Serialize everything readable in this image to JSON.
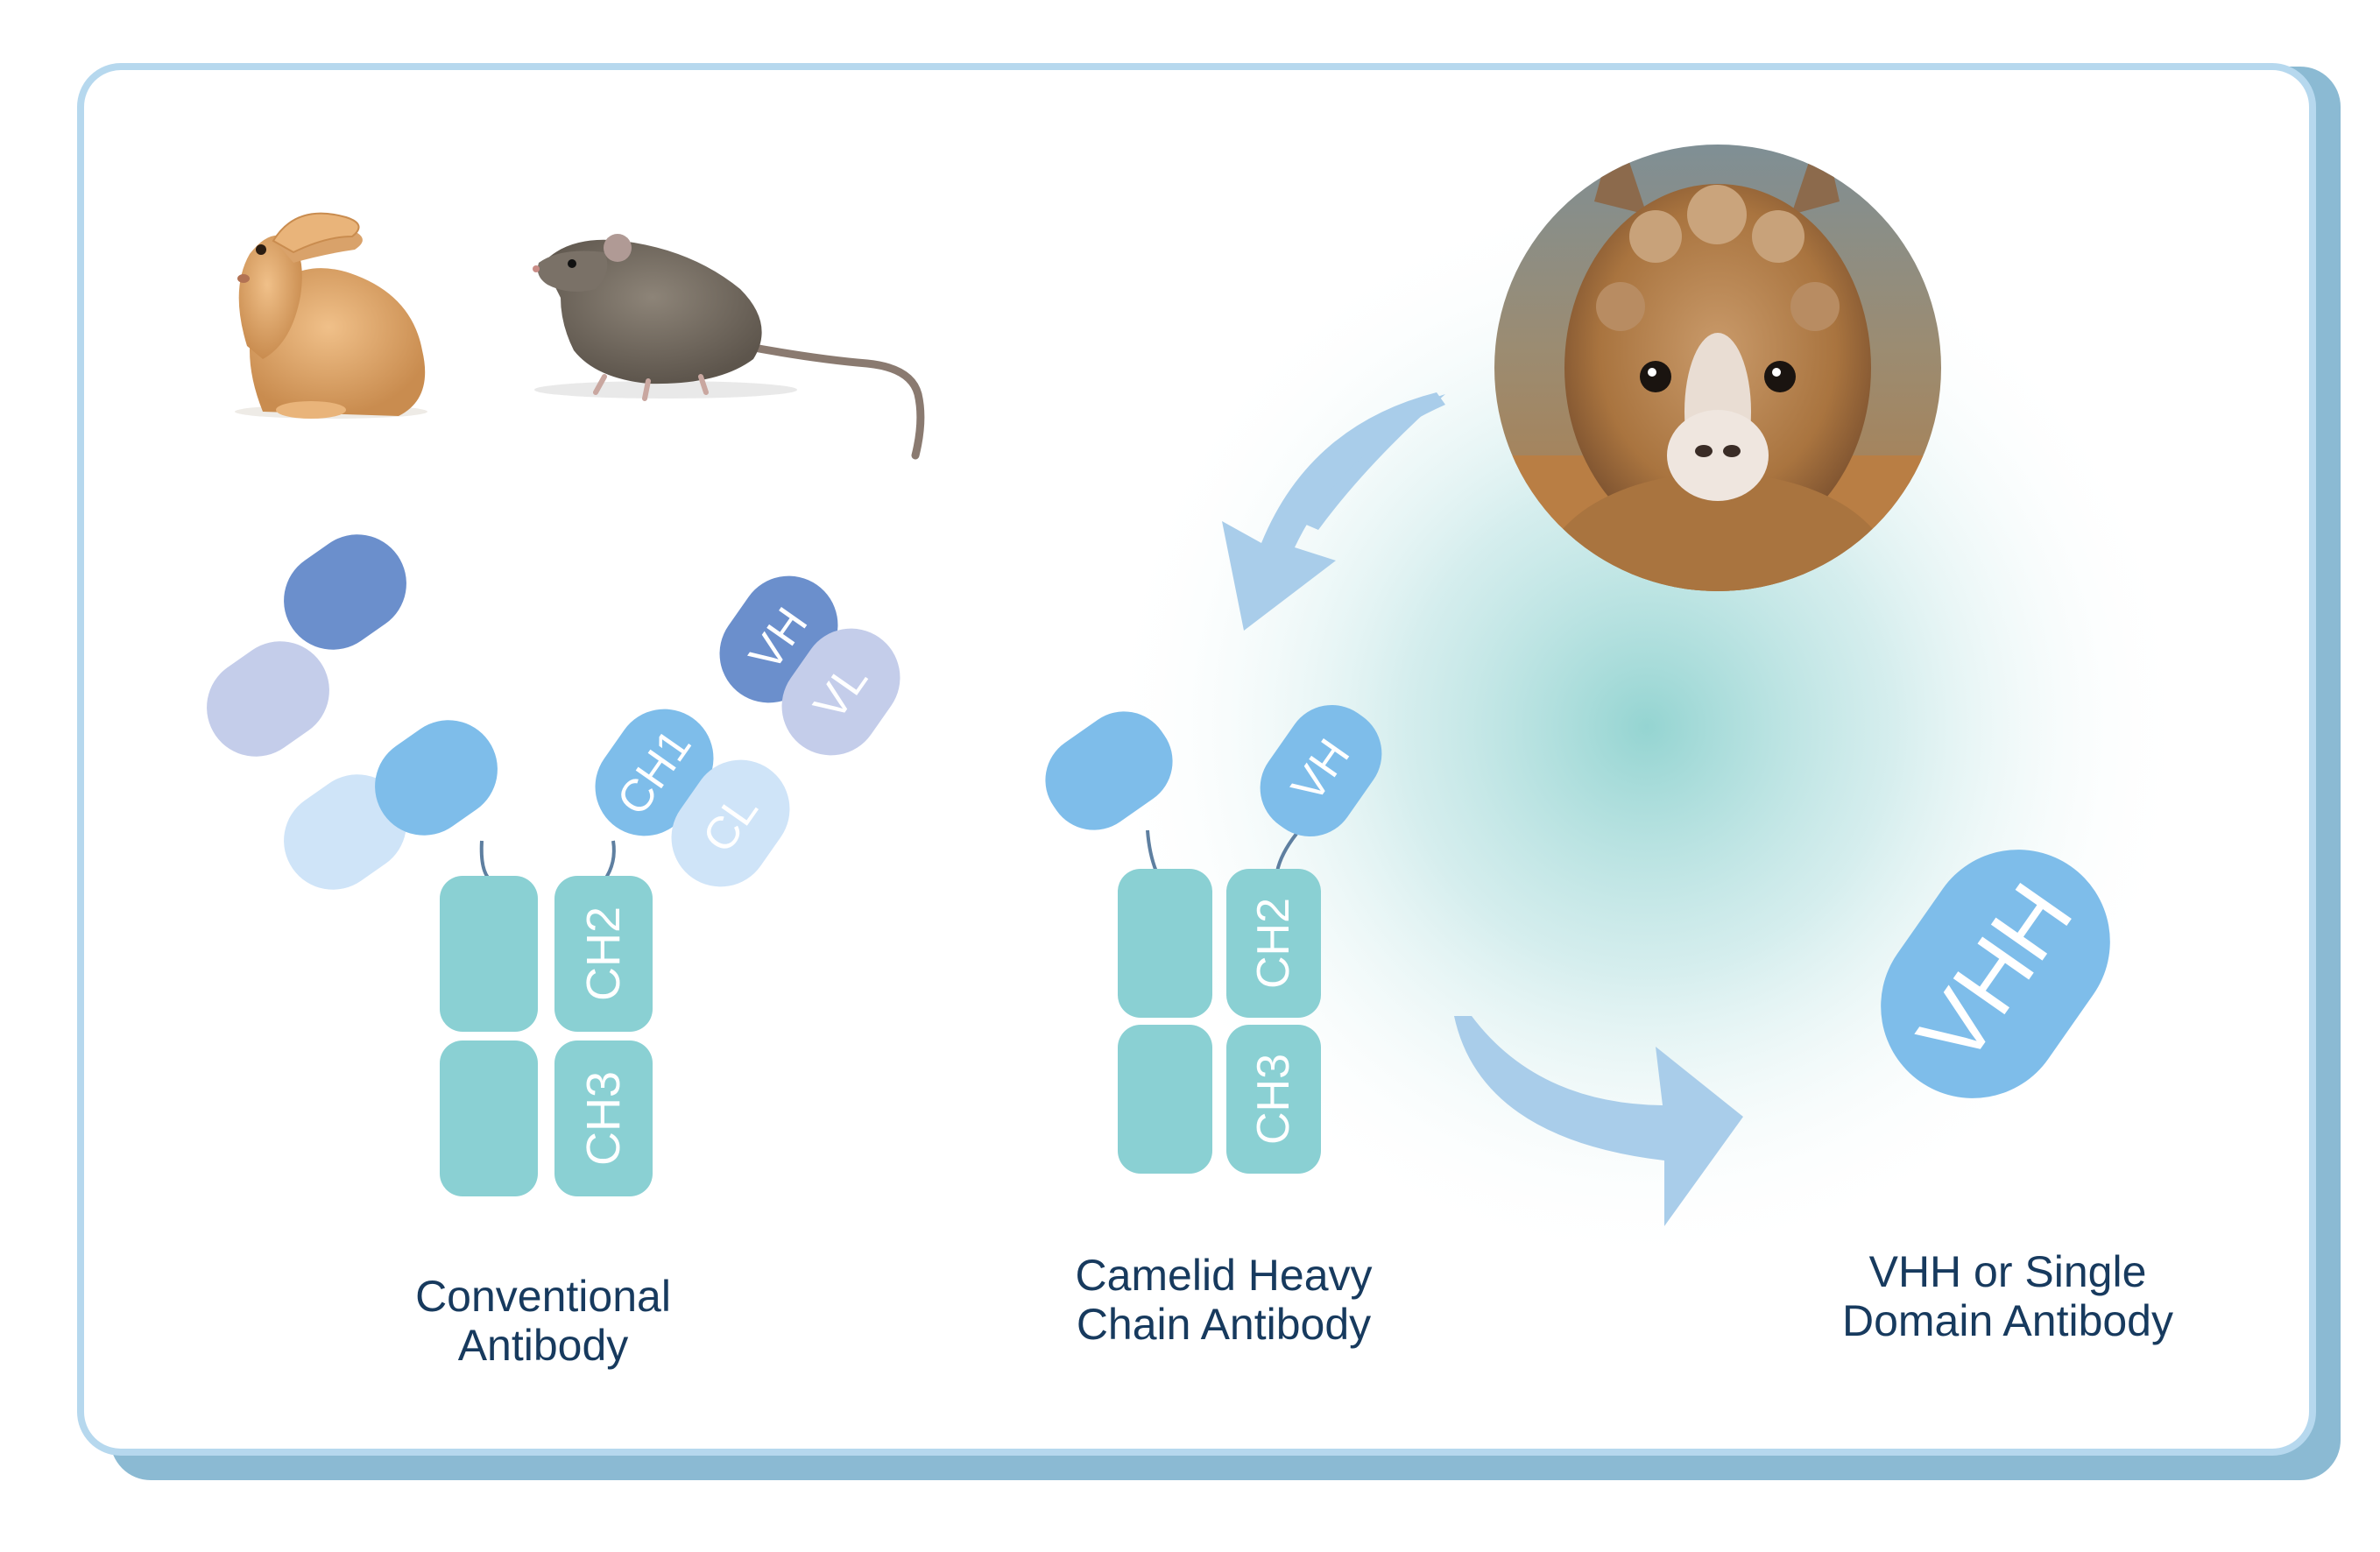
{
  "antibodies": {
    "conventional": {
      "caption": [
        "Conventional",
        "Antibody"
      ],
      "domains": {
        "vh": "VH",
        "vl": "VL",
        "ch1": "CH1",
        "cl": "CL",
        "ch2": "CH2",
        "ch3": "CH3"
      }
    },
    "camelid": {
      "caption": [
        "Camelid Heavy",
        "Chain Antibody"
      ],
      "domains": {
        "vh": "VH",
        "ch2": "CH2",
        "ch3": "CH3"
      }
    },
    "vhh": {
      "caption": [
        "VHH or Single",
        "Domain Antibody"
      ],
      "label": "VHH"
    }
  },
  "colors": {
    "frame_border": "#b6d8ee",
    "frame_shadow": "#8bbad3",
    "heavy_variable": "#6b8fcc",
    "heavy_constant_1": "#7ebdea",
    "light_variable": "#c4cdea",
    "light_constant": "#cfe4f8",
    "fc": "#8ad0d3",
    "arrow": "#a9cdea",
    "glow": "#8fd2cf",
    "caption": "#173a5e"
  },
  "animals": [
    "rabbit-photo",
    "rat-photo",
    "alpaca-photo"
  ]
}
